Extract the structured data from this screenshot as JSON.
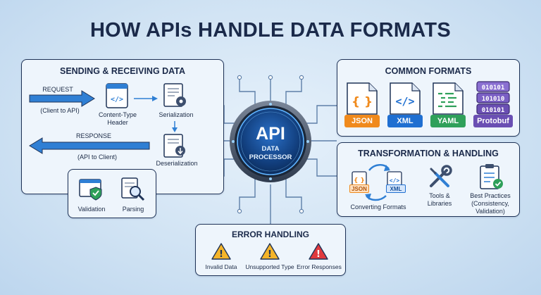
{
  "title": "HOW APIs HANDLE DATA FORMATS",
  "center": {
    "main": "API",
    "sub_line1": "DATA",
    "sub_line2": "PROCESSOR"
  },
  "sending": {
    "title": "SENDING & RECEIVING DATA",
    "request": "REQUEST",
    "request_sub": "(Client to API)",
    "content_type_1": "Content-Type",
    "content_type_2": "Header",
    "serialization": "Serialization",
    "response": "RESPONSE",
    "response_sub": "(API to Client)",
    "deserialization": "Deserialization",
    "code_glyph": "</>"
  },
  "validation": {
    "validation": "Validation",
    "parsing": "Parsing"
  },
  "formats": {
    "title": "COMMON FORMATS",
    "items": [
      {
        "label": "JSON",
        "glyph": "{ }",
        "color": "#f08a1c"
      },
      {
        "label": "XML",
        "glyph": "</>",
        "color": "#1f6fd1"
      },
      {
        "label": "YAML",
        "glyph": "",
        "color": "#2fa05a"
      },
      {
        "label": "Protobuf",
        "glyph": "010101",
        "color": "#6a4fb3"
      }
    ],
    "binary_rows": [
      "010101",
      "101010",
      "010101"
    ]
  },
  "transform": {
    "title": "TRANSFORMATION & HANDLING",
    "json_tag": "JSON",
    "xml_tag": "XML",
    "json_glyph": "{ }",
    "xml_glyph": "</>",
    "converting": "Converting Formats",
    "tools_1": "Tools &",
    "tools_2": "Libraries",
    "best_1": "Best Practices",
    "best_2": "(Consistency,",
    "best_3": "Validation)"
  },
  "errors": {
    "title": "ERROR HANDLING",
    "items": [
      "Invalid Data",
      "Unsupported Type",
      "Error Responses"
    ],
    "mark": "!"
  },
  "colors": {
    "navy": "#1f3357",
    "blue": "#2f7fd4",
    "orange": "#f08a1c",
    "green": "#2fa05a",
    "purple": "#6a4fb3",
    "warn": "#f4b42a",
    "error": "#e0393d"
  }
}
